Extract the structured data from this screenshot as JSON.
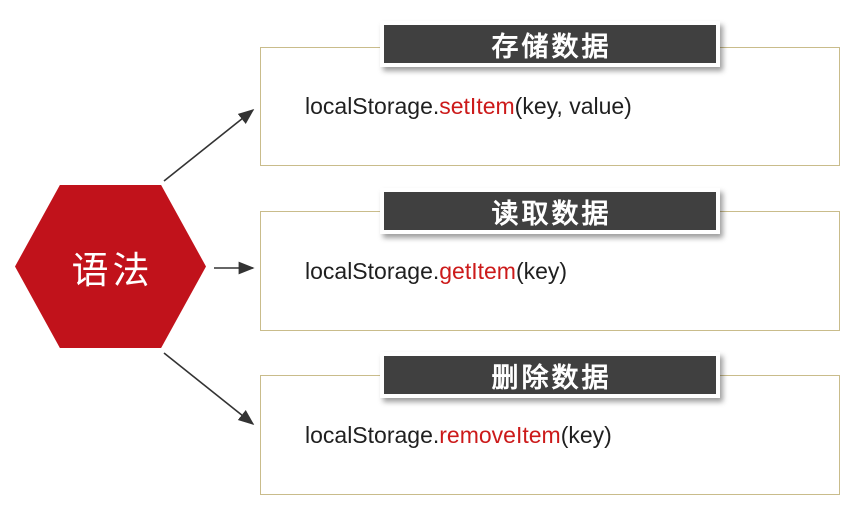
{
  "diagram": {
    "title_node": {
      "label": "语法"
    },
    "cards": [
      {
        "header": "存储数据",
        "code_prefix": "localStorage.",
        "code_method": "setItem",
        "code_suffix": "(key, value)"
      },
      {
        "header": "读取数据",
        "code_prefix": "localStorage.",
        "code_method": "getItem",
        "code_suffix": "(key)"
      },
      {
        "header": "删除数据",
        "code_prefix": "localStorage.",
        "code_method": "removeItem",
        "code_suffix": "(key)"
      }
    ],
    "colors": {
      "hexagon_fill": "#c1121b",
      "header_fill": "#404040",
      "card_border": "#c9bc8b",
      "method_text": "#cc1a1a",
      "code_text": "#1f1f1f",
      "arrow": "#333333",
      "background": "#ffffff"
    }
  }
}
